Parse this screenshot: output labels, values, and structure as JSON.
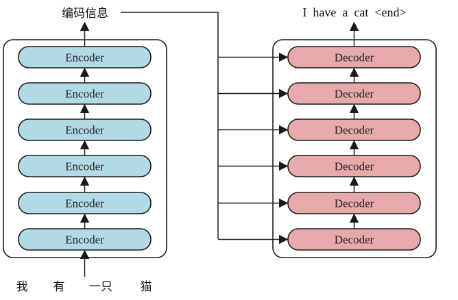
{
  "encoder": {
    "block_label": "Encoder",
    "block_count": 6,
    "fill": "#b2d9e6",
    "output_label": "编码信息",
    "input_tokens": [
      "我",
      "有",
      "一只",
      "猫"
    ]
  },
  "decoder": {
    "block_label": "Decoder",
    "block_count": 6,
    "fill": "#e8a9ab",
    "output_text": "I  have  a  cat  <end>"
  },
  "colors": {
    "stroke": "#1a1a1a",
    "container_fill": "#ffffff"
  }
}
